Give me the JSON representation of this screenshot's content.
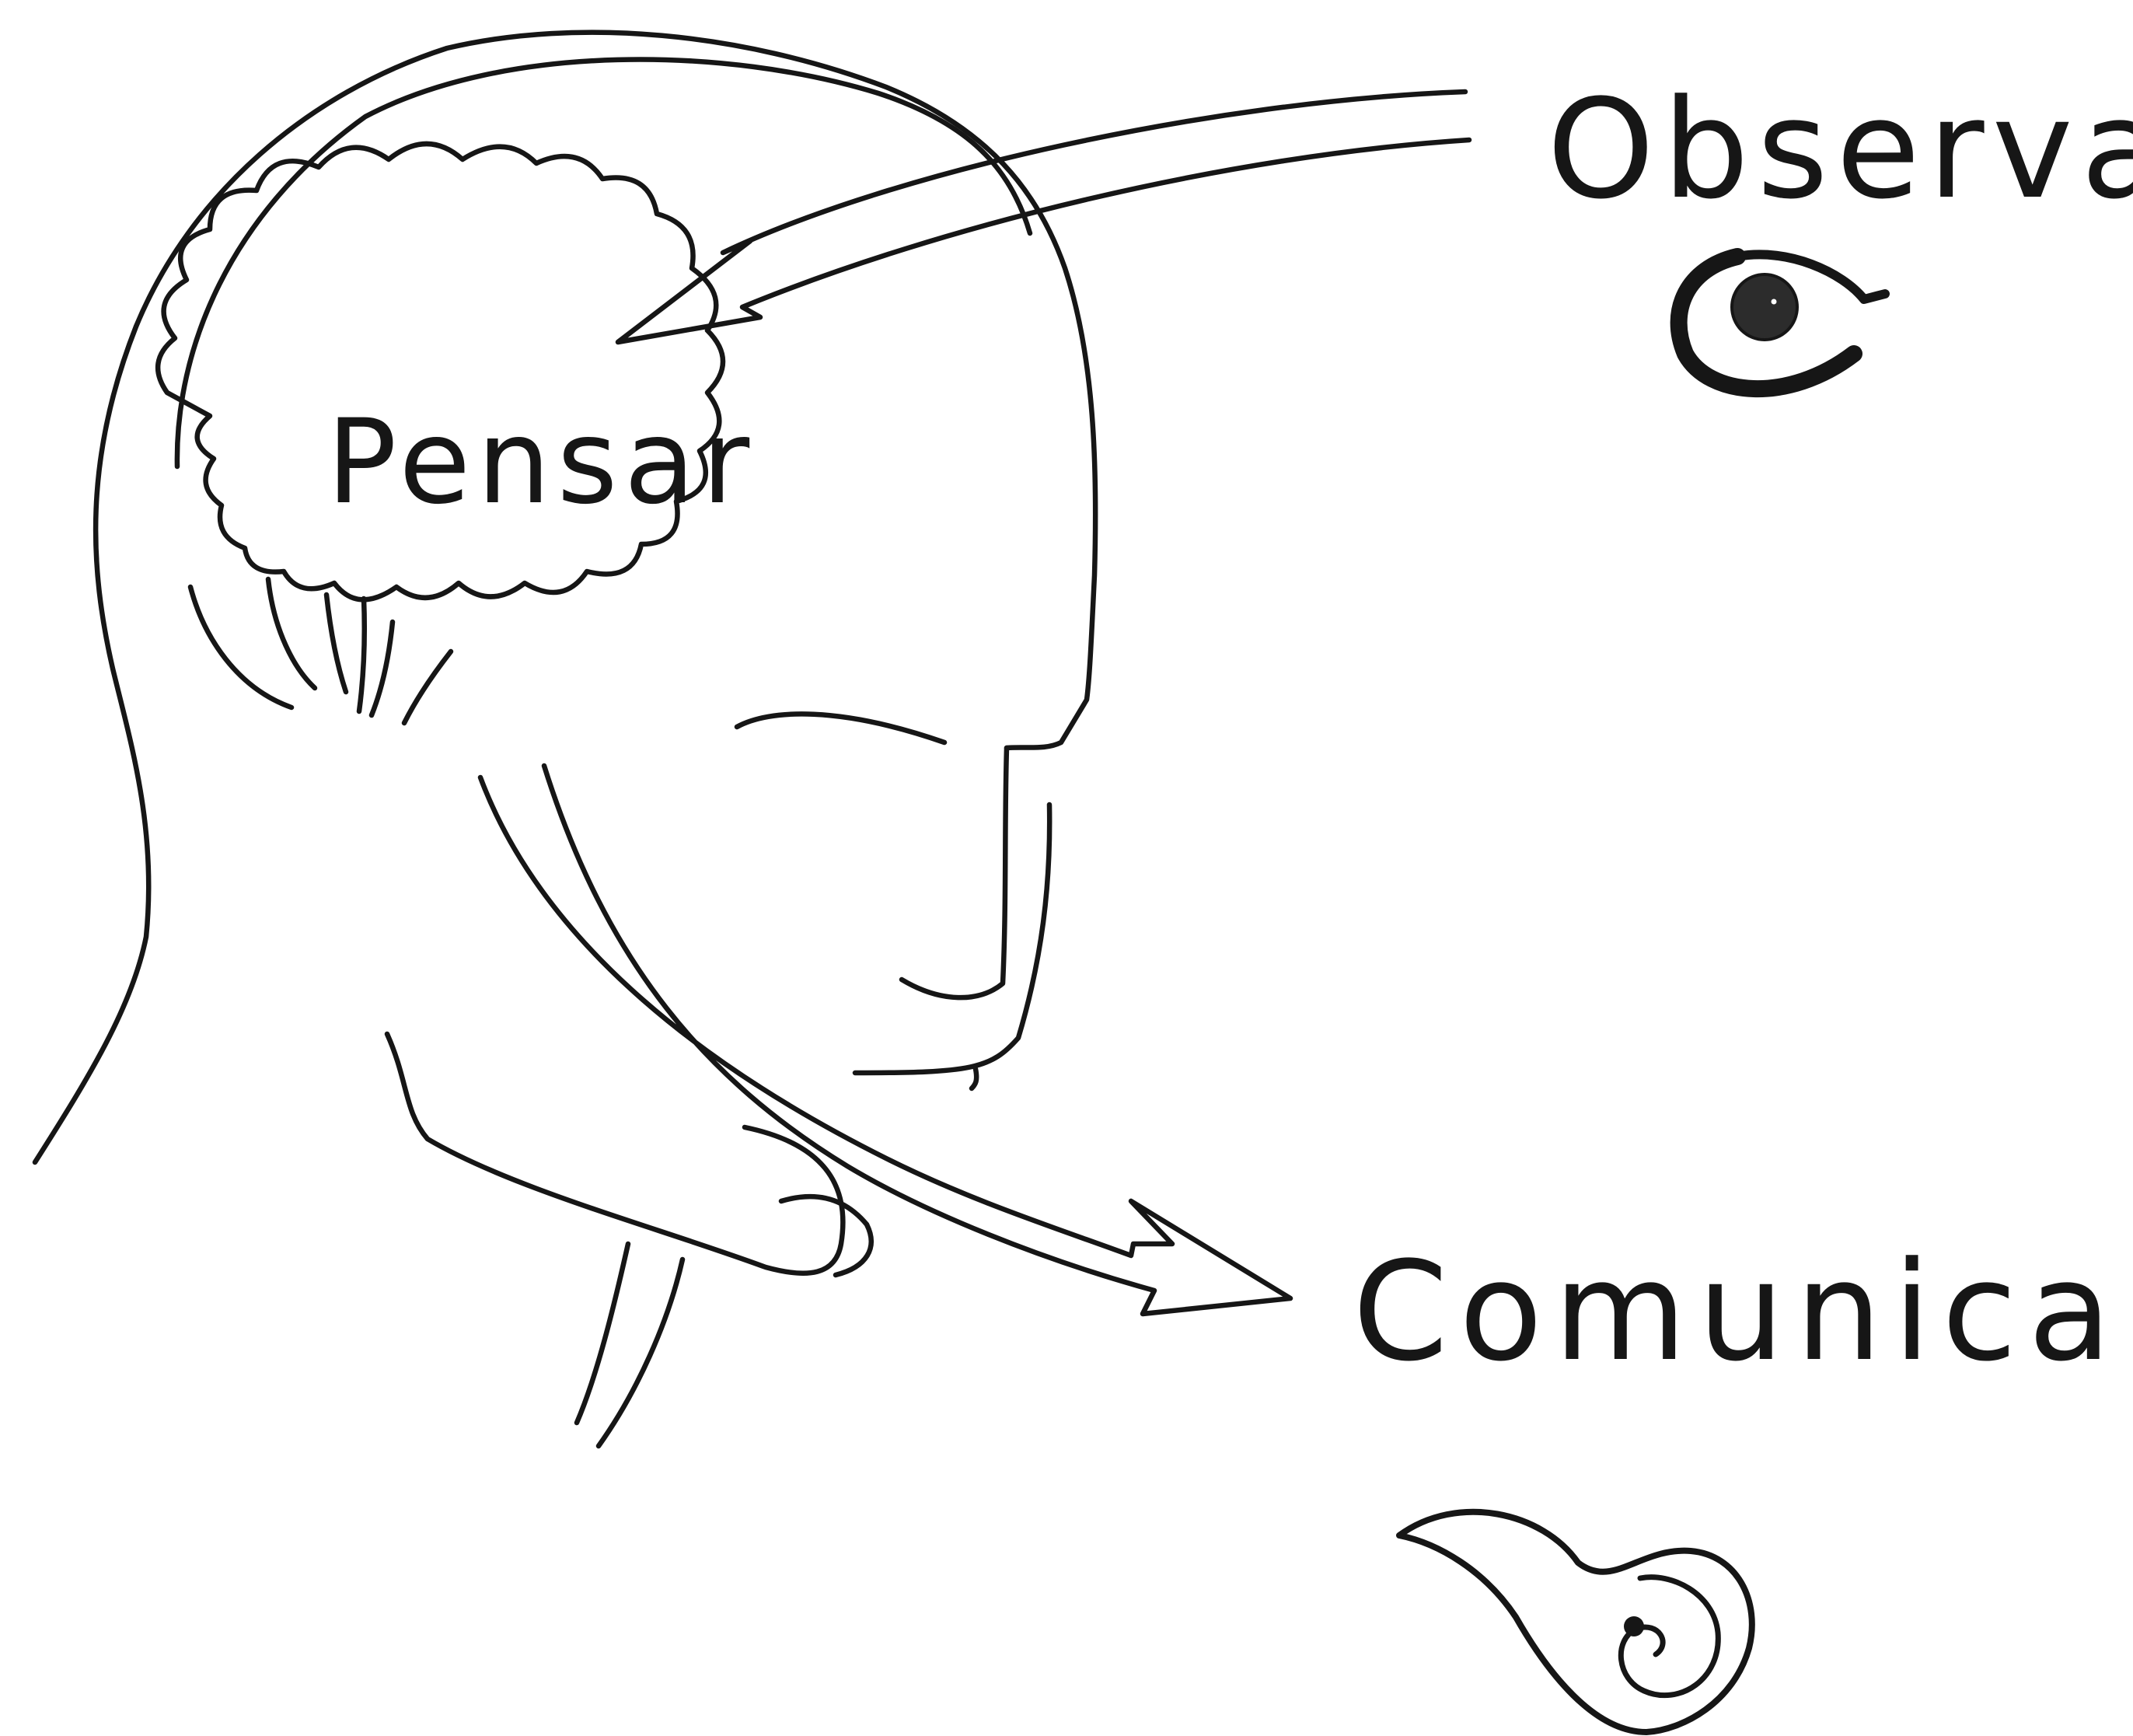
{
  "diagram": {
    "labels": {
      "observe": "Observar",
      "think": "Pensar",
      "communicate": "Comunicar"
    },
    "icons": {
      "observe": "eye-icon",
      "think": "brain-icon",
      "communicate": "ear-icon"
    },
    "flow": [
      "Observar",
      "Pensar",
      "Comunicar"
    ],
    "colors": {
      "ink": "#161616",
      "background": "#ffffff"
    }
  }
}
